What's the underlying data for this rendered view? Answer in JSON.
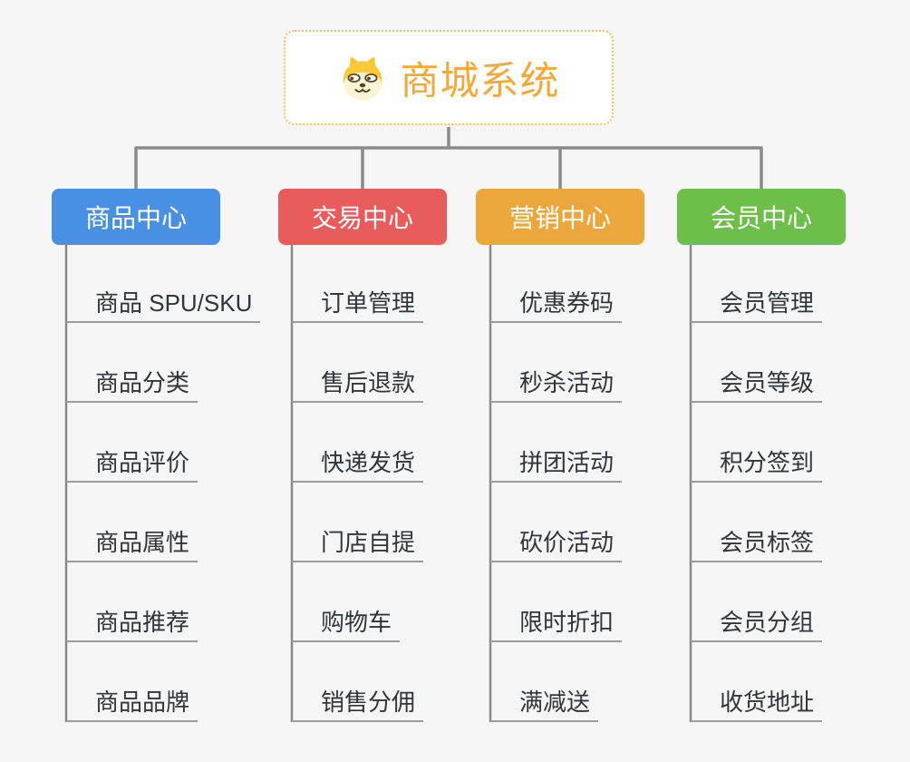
{
  "root": {
    "title": "商城系统",
    "icon": "shiba-dog-icon"
  },
  "colors": {
    "background": "#f5f5f5",
    "connector": "#8a8a8a",
    "leaf_underline": "#9b9b9b",
    "root_border": "#f0bb62",
    "root_text": "#f2a93c",
    "leaf_text": "#31363c"
  },
  "branches": [
    {
      "label": "商品中心",
      "color": "#4a90e2",
      "items": [
        "商品 SPU/SKU",
        "商品分类",
        "商品评价",
        "商品属性",
        "商品推荐",
        "商品品牌"
      ]
    },
    {
      "label": "交易中心",
      "color": "#e85c5c",
      "items": [
        "订单管理",
        "售后退款",
        "快递发货",
        "门店自提",
        "购物车",
        "销售分佣"
      ]
    },
    {
      "label": "营销中心",
      "color": "#eba73c",
      "items": [
        "优惠券码",
        "秒杀活动",
        "拼团活动",
        "砍价活动",
        "限时折扣",
        "满减送"
      ]
    },
    {
      "label": "会员中心",
      "color": "#6dbf49",
      "items": [
        "会员管理",
        "会员等级",
        "积分签到",
        "会员标签",
        "会员分组",
        "收货地址"
      ]
    }
  ]
}
